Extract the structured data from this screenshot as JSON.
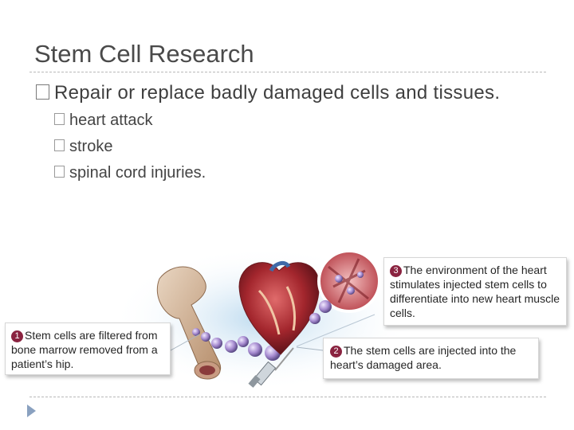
{
  "slide": {
    "title": "Stem Cell Research",
    "main_bullet": "Repair or replace badly damaged cells and tissues.",
    "sub_bullets": [
      "heart attack",
      "stroke",
      "spinal cord injuries."
    ]
  },
  "figure": {
    "callouts": [
      {
        "number": "1",
        "text": "Stem cells are filtered from bone marrow removed from a patient’s hip."
      },
      {
        "number": "2",
        "text": "The stem cells are injected into the heart’s damaged area."
      },
      {
        "number": "3",
        "text": "The environment of the heart stimulates injected stem cells to differentiate into new heart muscle cells."
      }
    ]
  },
  "colors": {
    "accent": "#8a2340",
    "rule": "#b9b9b9",
    "nav": "#8aa1c0"
  }
}
